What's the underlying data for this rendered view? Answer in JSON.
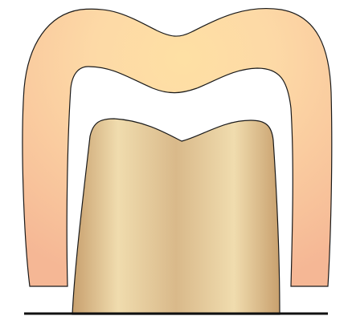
{
  "colors": {
    "background": "#ffffff",
    "outline": "#1a1a1a",
    "crown_edge": "#f5b795",
    "crown_center": "#fdd9a6",
    "crown_highlight": "#fee0a4",
    "core_light": "#f0dcae",
    "core_mid": "#d9b98a",
    "core_dark": "#c8a06e",
    "baseline": "#111111"
  },
  "shapes": [
    "crown-cap",
    "tooth-core",
    "base-line"
  ]
}
